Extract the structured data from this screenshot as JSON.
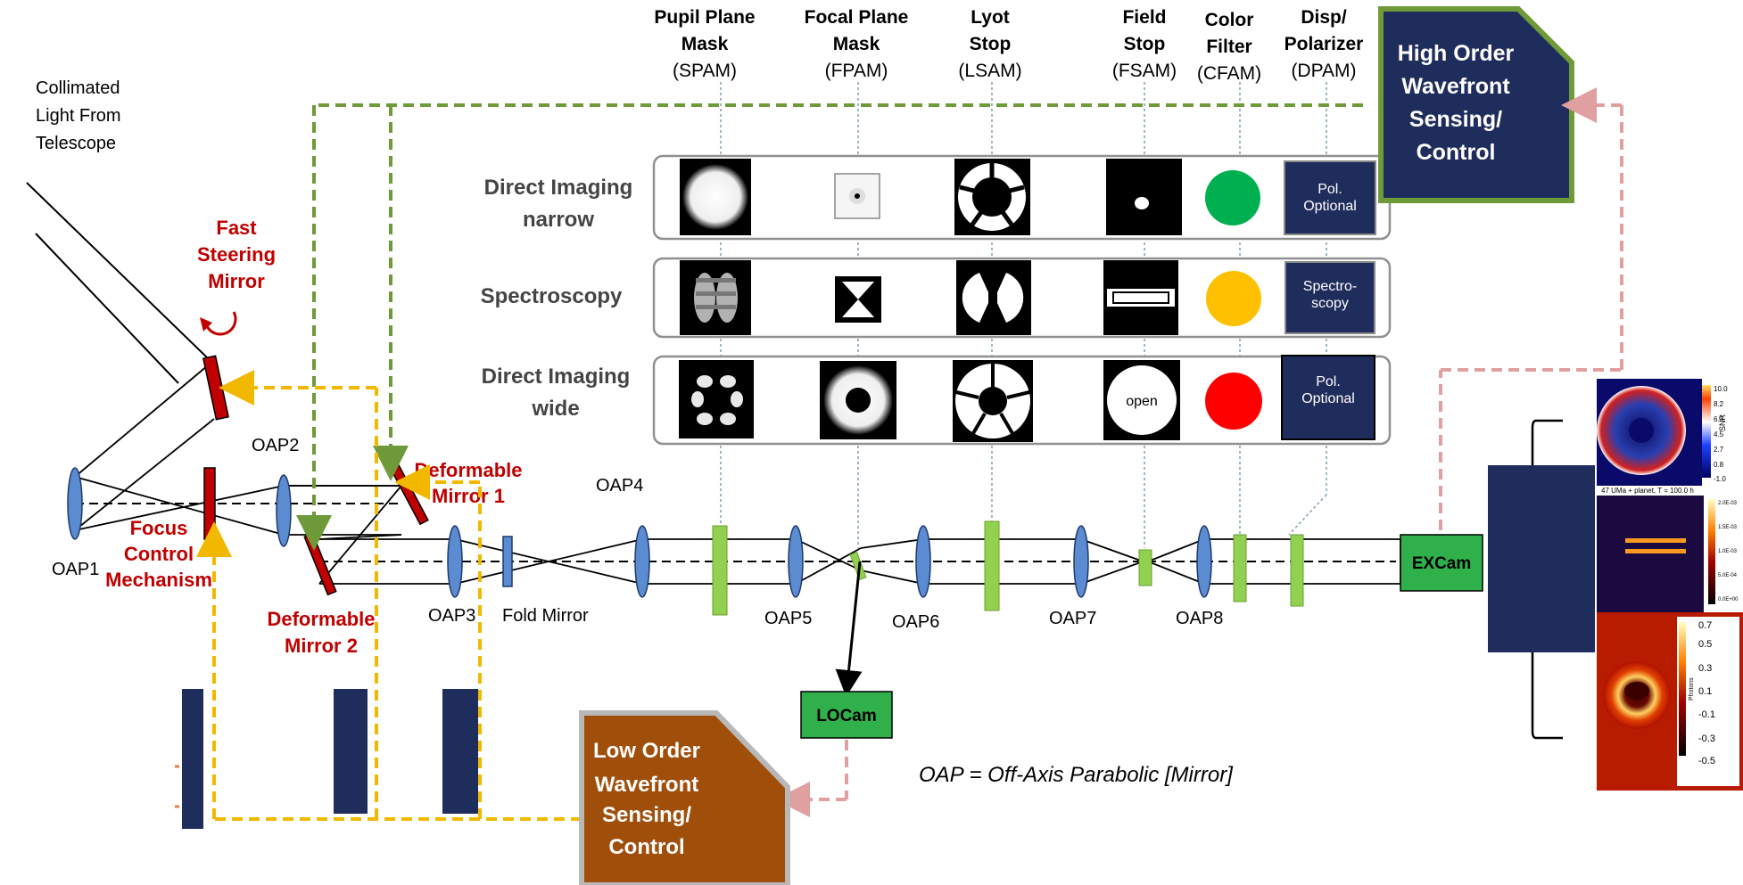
{
  "colors": {
    "lens": "#5b8bd0",
    "mirror_red": "#c00000",
    "green_path": "#6e9a3a",
    "yellow_path": "#f2b800",
    "pink_path": "#e0a0a0",
    "mask_green": "#92d050",
    "navy": "#1f2d5c",
    "brown": "#a04f0a",
    "cam_green": "#2fb04a"
  },
  "source": {
    "line1": "Collimated",
    "line2": "Light From",
    "line3": "Telescope"
  },
  "fsm": {
    "line1": "Fast",
    "line2": "Steering",
    "line3": "Mirror"
  },
  "fcm": {
    "line1": "Focus",
    "line2": "Control",
    "line3": "Mechanism"
  },
  "dm1": {
    "line1": "Deformable",
    "line2": "Mirror 1"
  },
  "dm2": {
    "line1": "Deformable",
    "line2": "Mirror 2"
  },
  "oaps": {
    "oap1": "OAP1",
    "oap2": "OAP2",
    "oap3": "OAP3",
    "oap4": "OAP4",
    "oap5": "OAP5",
    "oap6": "OAP6",
    "oap7": "OAP7",
    "oap8": "OAP8"
  },
  "fold_mirror": "Fold Mirror",
  "columns": [
    {
      "line1": "Pupil Plane",
      "line2": "Mask",
      "abbr": "(SPAM)"
    },
    {
      "line1": "Focal Plane",
      "line2": "Mask",
      "abbr": "(FPAM)"
    },
    {
      "line1": "Lyot",
      "line2": "Stop",
      "abbr": "(LSAM)"
    },
    {
      "line1": "Field",
      "line2": "Stop",
      "abbr": "(FSAM)"
    },
    {
      "line1": "Color",
      "line2": "Filter",
      "abbr": "(CFAM)"
    },
    {
      "line1": "Disp/",
      "line2": "Polarizer",
      "abbr": "(DPAM)"
    }
  ],
  "modes": [
    {
      "line1": "Direct Imaging",
      "line2": "narrow",
      "filter_color": "#00b050",
      "dpam_line1": "Pol.",
      "dpam_line2": "Optional"
    },
    {
      "line1": "Spectroscopy",
      "line2": "",
      "filter_color": "#ffc000",
      "dpam_line1": "Spectro-",
      "dpam_line2": "scopy"
    },
    {
      "line1": "Direct Imaging",
      "line2": "wide",
      "filter_color": "#ff0000",
      "dpam_line1": "Pol.",
      "dpam_line2": "Optional",
      "fieldstop_text": "open"
    }
  ],
  "hows": {
    "line1": "High Order",
    "line2": "Wavefront",
    "line3": "Sensing/",
    "line4": "Control"
  },
  "lows": {
    "line1": "Low Order",
    "line2": "Wavefront",
    "line3": "Sensing/",
    "line4": "Control"
  },
  "excam": "EXCam",
  "locam": "LOCam",
  "note": "OAP =  Off-Axis Parabolic [Mirror]",
  "results": {
    "snr_axis": "SNR",
    "snr_ticks": [
      "10.0",
      "8.2",
      "6.3",
      "4.5",
      "2.7",
      "0.8",
      "-1.0"
    ],
    "spec_title": "47 UMa + planet, T = 100.0 h",
    "photon_axis": "Photons",
    "photon_ticks": [
      "0.7",
      "0.5",
      "0.3",
      "0.1",
      "-0.1",
      "-0.3",
      "-0.5"
    ]
  }
}
